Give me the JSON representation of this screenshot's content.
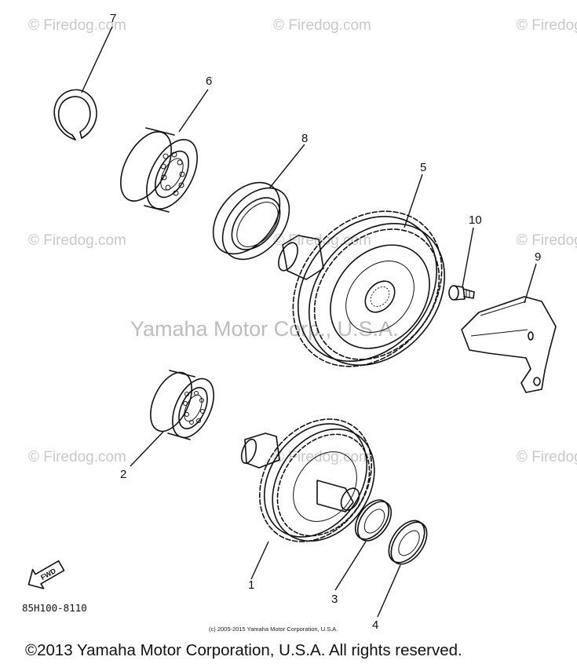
{
  "watermark": {
    "brand": "© Firedog.com",
    "big": "Yamaha Motor Corp., U.S.A."
  },
  "callouts": [
    {
      "id": "bearing-1",
      "label": "1"
    },
    {
      "id": "bearing-2",
      "label": "2"
    },
    {
      "id": "washer-3",
      "label": "3"
    },
    {
      "id": "washer-4",
      "label": "4"
    },
    {
      "id": "gear-5",
      "label": "5"
    },
    {
      "id": "bearing-6",
      "label": "6"
    },
    {
      "id": "circlip-7",
      "label": "7"
    },
    {
      "id": "seal-8",
      "label": "8"
    },
    {
      "id": "plate-9",
      "label": "9"
    },
    {
      "id": "bolt-10",
      "label": "10"
    }
  ],
  "fwd_label": "FWD",
  "diagram_code": "85H100-8110",
  "copyright_small": "(c) 2005-2015 Yamaha Motor Corporation, U.S.A.",
  "copyright_footer": "©2013 Yamaha Motor Corporation, U.S.A. All rights reserved."
}
